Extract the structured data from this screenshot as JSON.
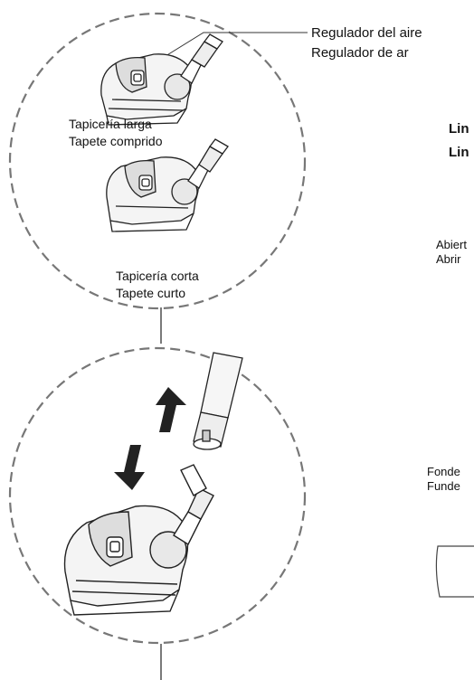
{
  "callouts": {
    "air_regulator_es": "Regulador del aire",
    "air_regulator_pt": "Regulador de ar"
  },
  "labels": {
    "long_pile_es": "Tapicería larga",
    "long_pile_pt": "Tapete comprido",
    "short_pile_es": "Tapicería corta",
    "short_pile_pt": "Tapete curto"
  },
  "cropped_right": {
    "heading_1": "Lin",
    "heading_2": "Lin",
    "open_es": "Abiert",
    "open_pt": "Abrir",
    "bottom_es": "Fonde",
    "bottom_pt": "Funde"
  }
}
